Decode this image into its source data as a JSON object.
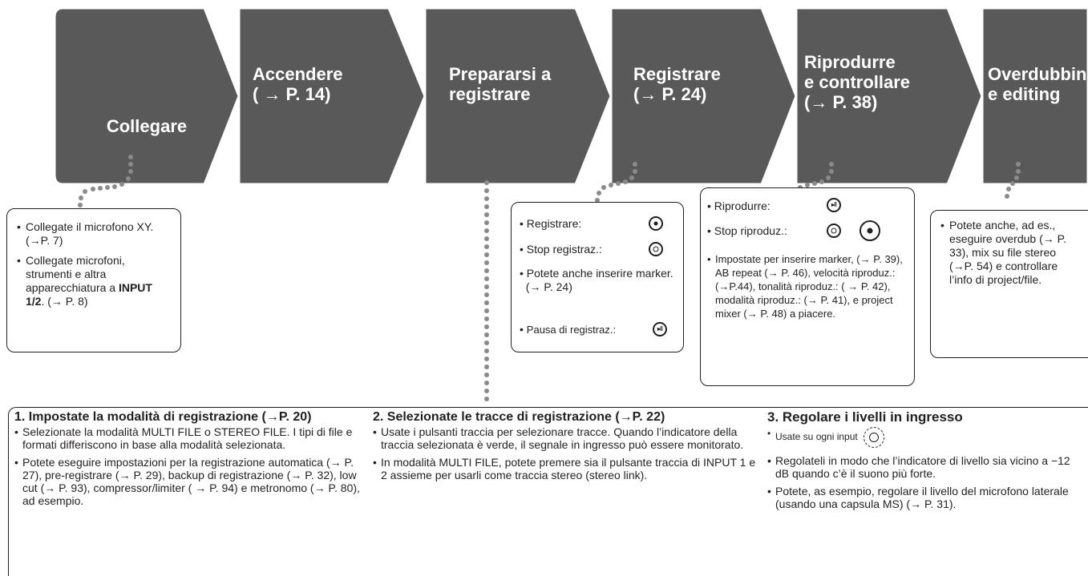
{
  "colors": {
    "step_fill": "#595959",
    "ink": "#231f20",
    "background": "#ffffff"
  },
  "steps": [
    {
      "label": "Collegare"
    },
    {
      "label": "Accendere\n( → P. 14)"
    },
    {
      "label": "Prepararsi a\nregistrare"
    },
    {
      "label": "Registrare\n(→  P. 24)"
    },
    {
      "label": "Riprodurre\ne controllare\n(→  P. 38)"
    },
    {
      "label": "Overdubbing\ne editing"
    }
  ],
  "box_collegare": [
    "Collegate il microfono XY.(→P. 7)",
    "Collegate microfoni, strumenti e altra apparecchiatura a",
    "INPUT   1/2",
    ". (→  P. 8)"
  ],
  "box_registrare": {
    "record": "Registrare:",
    "stop": "Stop registraz.:",
    "marker": "Potete anche inserire marker.",
    "marker_ref": "(→  P. 24)",
    "pause": "Pausa di registraz.:",
    "icons": [
      "record-button-icon",
      "stop-button-icon",
      "play-pause-button-icon"
    ]
  },
  "box_riprodurre": {
    "play": "Riprodurre:",
    "stop": "Stop riproduz.:",
    "items": "Impostate per inserire marker, (→ P. 39), AB repeat (→ P. 46), velocità riproduz.:(→P.44), tonalità riproduz.: ( → P. 42), modalità riproduz.: (→ P. 41), e project mixer (→ P. 48) a piacere.",
    "icons": [
      "play-pause-button-icon",
      "stop-button-icon",
      "record-button-icon"
    ]
  },
  "box_overdub": "Potete anche, ad es., eseguire overdub (→  P. 33), mix su file stereo (→P. 54) e controllare l’info di project/file.",
  "section1": {
    "title": "1. Impostate la modalità di registrazione (→P. 20)",
    "items": [
      "Selezionate la modalità MULTI FILE o STEREO FILE. I tipi di file e formati differiscono in base alla modalità selezionata.",
      "Potete eseguire impostazioni per la registrazione automatica (→ P. 27), pre-registrare (→ P. 29), backup di registrazione (→ P. 32), low cut (→ P. 93), compressor/limiter ( → P. 94) e metronomo (→  P. 80), ad esempio."
    ]
  },
  "section2": {
    "title": "2. Selezionate le tracce di registrazione (→P. 22)",
    "items": [
      "Usate i pulsanti traccia per selezionare tracce. Quando l’indicatore della traccia selezionata è verde, il segnale in ingresso può essere monitorato.",
      "In modalità MULTI FILE, potete premere sia il pulsante traccia di INPUT 1 e 2 assieme per usarli come traccia stereo (stereo link)."
    ]
  },
  "section3": {
    "title": "3. Regolare i livelli in ingresso",
    "knob_item": "Usate su ogni input",
    "items": [
      "Regolateli in modo che l’indicatore di livello sia vicino a −12 dB quando c’è il suono più forte.",
      "Potete, as esempio, regolare il livello del microfono laterale (usando una capsula MS)  (→ P. 31)."
    ],
    "knob_icon": "input-gain-knob-icon"
  }
}
